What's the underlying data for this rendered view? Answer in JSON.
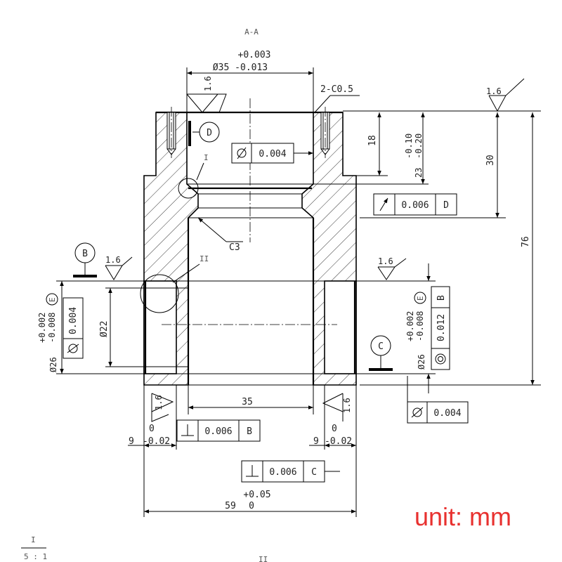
{
  "section_label": "A-A",
  "unit_label": "unit: mm",
  "top_bore": {
    "tol_upper": "+0.003",
    "value": "Ø35 -0.013"
  },
  "chamfer_top": "2-C0.5",
  "chamfer_inner": "C3",
  "detail_labels": {
    "d1": "I",
    "d2": "II",
    "bottom_left_top": "I",
    "bottom_left_bottom": "5 : 1",
    "bottom_center": "II"
  },
  "datums": {
    "b": "B",
    "c": "C",
    "d": "D",
    "e": "E"
  },
  "roughness": "1.6",
  "dims": {
    "d18": "18",
    "d23_tol_upper": "-0.10",
    "d23_tol_lower": "-0.20",
    "d23": "23",
    "d30": "30",
    "d76": "76",
    "d22": "Ø22",
    "d26_tol_upper": "+0.002",
    "d26_tol_lower": "-0.008",
    "d26": "Ø26",
    "d35": "35",
    "d9_tol": "0",
    "d9": "9",
    "d9_lower": "-0.02",
    "d59_tol_upper": "+0.05",
    "d59": "59",
    "d59_tol_lower": "0"
  },
  "fcf": {
    "cyl_bore": {
      "symbol": "cylindricity-icon",
      "value": "0.004"
    },
    "runout": {
      "symbol": "runout-icon",
      "value": "0.006",
      "datum": "D"
    },
    "left_cyl": {
      "symbol": "cylindricity-icon",
      "value": "0.004"
    },
    "right_coax": {
      "symbol": "concentricity-icon",
      "value": "0.012",
      "datum": "B"
    },
    "right_cyl": {
      "symbol": "cylindricity-icon",
      "value": "0.004"
    },
    "perp_b": {
      "symbol": "perpendicularity-icon",
      "value": "0.006",
      "datum": "B"
    },
    "perp_c": {
      "symbol": "perpendicularity-icon",
      "value": "0.006",
      "datum": "C"
    }
  }
}
